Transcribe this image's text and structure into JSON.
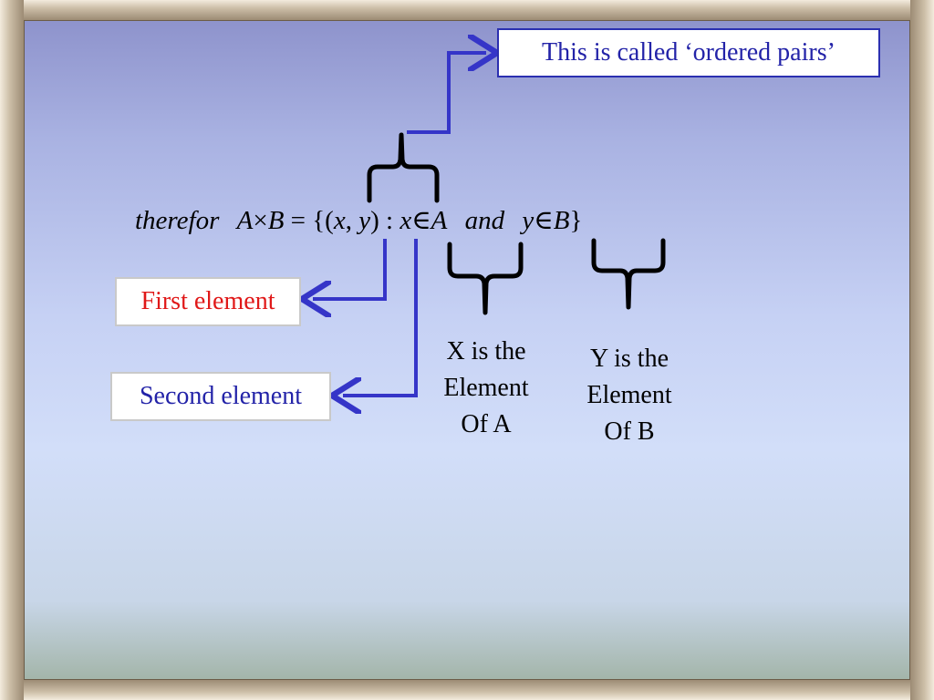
{
  "callouts": {
    "ordered_pairs": "This is called ‘ordered pairs’",
    "first_element": "First element",
    "second_element": "Second element"
  },
  "formula": {
    "therefor": "therefor",
    "a1": "A",
    "times": "×",
    "b1": "B",
    "eq_open": "= {(",
    "x1": "x",
    "comma": ",",
    "y1": "y",
    "close_colon": ") :",
    "x2": "x",
    "in1": "∈",
    "a2": "A",
    "and": "and",
    "y2": "y",
    "in2": "∈",
    "b2": "B",
    "close_brace": "}"
  },
  "notes": {
    "x_note": [
      "X is the",
      "Element",
      "Of A"
    ],
    "y_note": [
      "Y is the",
      "Element",
      "Of B"
    ]
  },
  "colors": {
    "connector": "#3535c8",
    "brace": "#000000",
    "accent_red": "#e01818",
    "accent_blue": "#2323a8"
  }
}
